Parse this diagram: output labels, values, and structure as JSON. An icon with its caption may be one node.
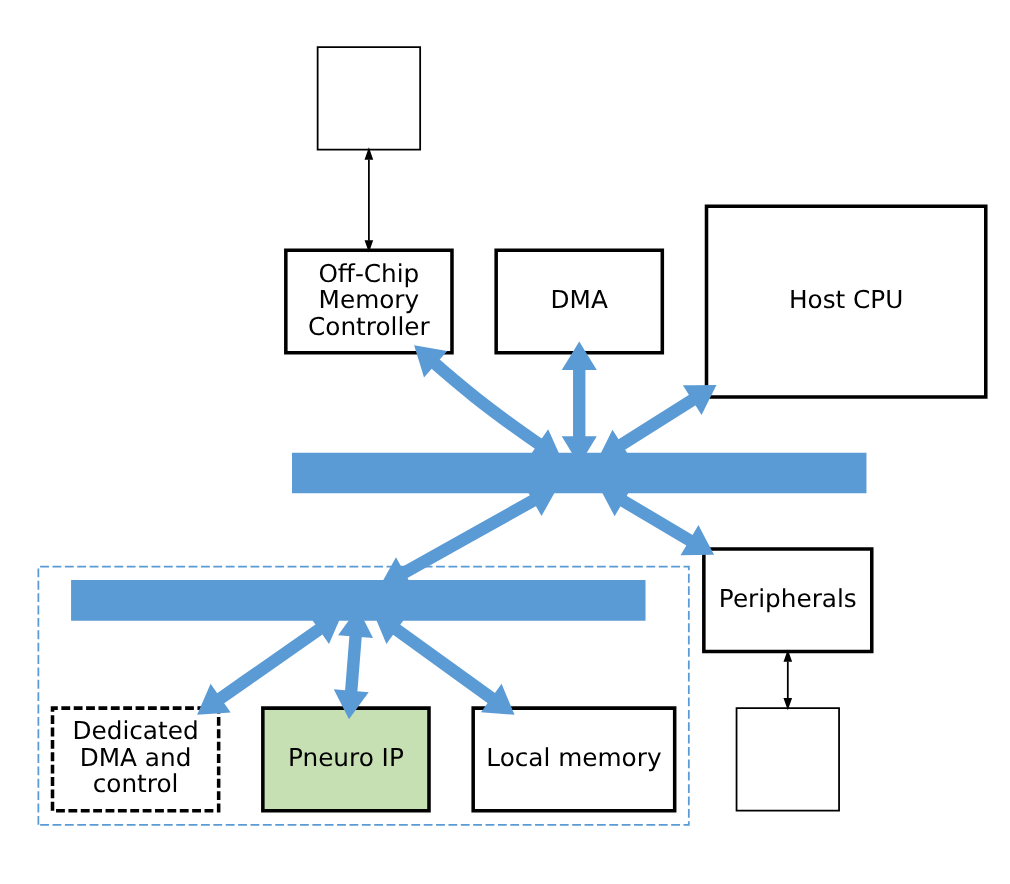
{
  "diagram": {
    "nodes": [
      {
        "text": [],
        "shape": "box"
      },
      {
        "text": [
          "Off-Chip Memory Controller"
        ]
      },
      {
        "text": [
          "DMA"
        ]
      },
      {
        "text": [
          "Host CPU"
        ]
      },
      {
        "text": [],
        "shape": "bar"
      },
      {
        "text": [
          "Peripherals"
        ]
      },
      {
        "text": [],
        "shape": "box"
      },
      {
        "text": [],
        "shape": "box"
      },
      {
        "text": [],
        "shape": "bar",
        "in": 7
      },
      {
        "text": [
          "Dedicated DMA and control"
        ],
        "in": 7
      },
      {
        "text": [
          "Pneuro IP"
        ],
        "in": 7
      },
      {
        "text": [
          "Local memory"
        ],
        "in": 7
      }
    ],
    "edges": [
      {
        "from": 0,
        "to": 1,
        "arrow": "both",
        "color": "#000000"
      },
      {
        "from": 1,
        "to": 4,
        "arrow": "both"
      },
      {
        "from": 2,
        "to": 4,
        "arrow": "both"
      },
      {
        "from": 3,
        "to": 4,
        "arrow": "both"
      },
      {
        "from": 4,
        "to": 5,
        "arrow": "both"
      },
      {
        "from": 5,
        "to": 6,
        "arrow": "both",
        "color": "#000000"
      },
      {
        "from": 4,
        "to": 8,
        "arrow": "both"
      },
      {
        "from": 8,
        "to": 9,
        "arrow": "both"
      },
      {
        "from": 8,
        "to": 10,
        "arrow": "both"
      },
      {
        "from": 8,
        "to": 11,
        "arrow": "both"
      }
    ]
  }
}
